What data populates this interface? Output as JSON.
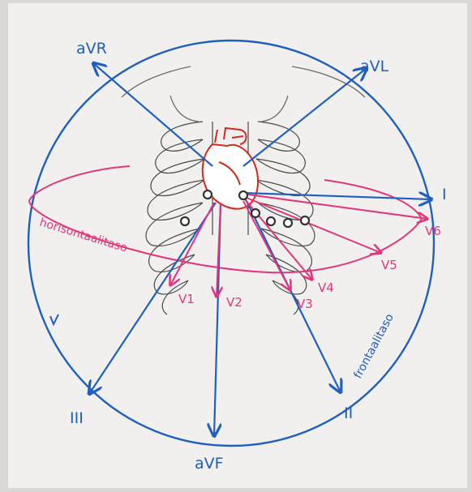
{
  "labels": {
    "aVR": "aVR",
    "aVL": "aVL",
    "I": "I",
    "II": "II",
    "III": "III",
    "aVF": "aVF",
    "V1": "V1",
    "V2": "V2",
    "V3": "V3",
    "V4": "V4",
    "V5": "V5",
    "V6": "V6",
    "horizontal_plane": "horisontaalitaso",
    "frontal_plane": "frontaalitaso"
  },
  "colors": {
    "limb_leads": "#1f5fbf",
    "chest_leads": "#e2357b",
    "heart": "#d42a1e",
    "ribcage": "#4a4a4a",
    "paper": "#f1f0ee"
  }
}
